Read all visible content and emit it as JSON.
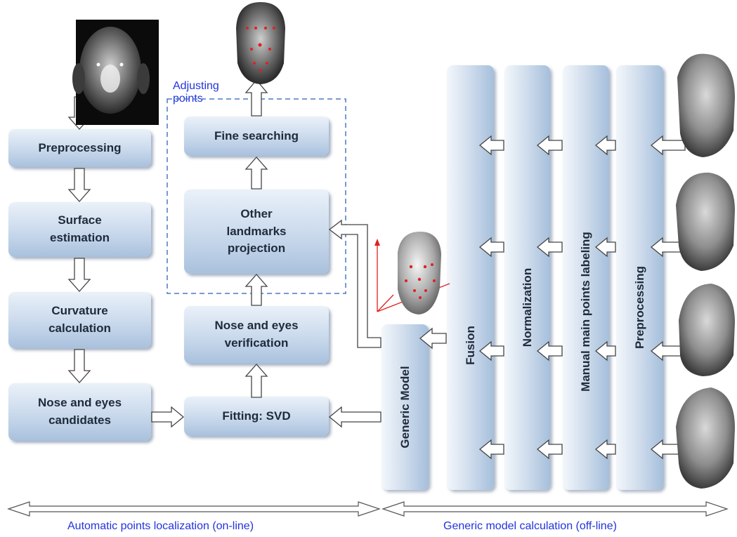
{
  "left_pipeline": {
    "preprocessing": "Preprocessing",
    "surface_estimation": "Surface\nestimation",
    "curvature_calculation": "Curvature\ncalculation",
    "nose_eyes_candidates": "Nose and eyes\ncandidates"
  },
  "middle_pipeline": {
    "fine_searching": "Fine searching",
    "other_landmarks": "Other\nlandmarks\nprojection",
    "nose_eyes_verification": "Nose and eyes\nverification",
    "fitting_svd": "Fitting: SVD",
    "adjusting_points": "Adjusting\npoints"
  },
  "offline_pipeline": {
    "generic_model": "Generic Model",
    "fusion": "Fusion",
    "normalization": "Normalization",
    "manual_labeling": "Manual main points labeling",
    "preprocessing": "Preprocessing"
  },
  "bottom": {
    "online_caption": "Automatic points localization (on-line)",
    "offline_caption": "Generic model calculation (off-line)"
  },
  "colors": {
    "caption": "#2233dd",
    "box_top": "#eaf1f9",
    "box_bottom": "#a9c1dd",
    "dashed": "#4a78c4",
    "landmark": "#e02020"
  }
}
